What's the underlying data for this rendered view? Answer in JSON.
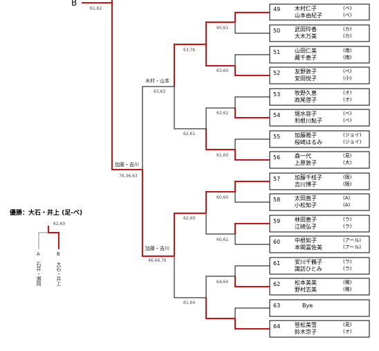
{
  "top_label": "B",
  "top_score": "61,62",
  "champion": "優勝：大石・井上 (足-ベ)",
  "final_score": "62,60",
  "final_left": {
    "label": "A",
    "names": "石井・瀬岡"
  },
  "final_right": {
    "label": "B",
    "names": "大石・井上"
  },
  "semi_left": {
    "name": "加藤・吉川",
    "score": "76,36,63"
  },
  "semi_right": {
    "name": "加藤・吉川",
    "score": "46,64,76"
  },
  "qf_top": {
    "name": "木村・山本",
    "score": "63,63"
  },
  "rounds": {
    "r3": [
      "63,76",
      "62,61",
      "62,60",
      "61,64"
    ],
    "r2": [
      "60,61",
      "63,60",
      "62,62",
      "61,60",
      "60,60",
      "60,61",
      "64,64"
    ]
  },
  "entries": [
    {
      "no": "49",
      "p1": "木村仁子",
      "p2": "山本由紀子",
      "t1": "(ベ)",
      "t2": "(ベ)"
    },
    {
      "no": "50",
      "p1": "武田玲香",
      "p2": "大木万美",
      "t1": "(カ)",
      "t2": "(カ)"
    },
    {
      "no": "51",
      "p1": "山田仁美",
      "p2": "藏千恵子",
      "t1": "(南)",
      "t2": "(南)"
    },
    {
      "no": "52",
      "p1": "友野敦子",
      "p2": "安田悦子",
      "t1": "(ベ)",
      "t2": "(小)"
    },
    {
      "no": "53",
      "p1": "牧野久恵",
      "p2": "政尾啓子",
      "t1": "(オ)",
      "t2": "(オ)"
    },
    {
      "no": "54",
      "p1": "堀水容子",
      "p2": "利根川鮎子",
      "t1": "(ベ)",
      "t2": "(ベ)"
    },
    {
      "no": "55",
      "p1": "加藤雅子",
      "p2": "桜崎はるみ",
      "t1": "(ジョイ)",
      "t2": "(ジョイ)"
    },
    {
      "no": "56",
      "p1": "森一代",
      "p2": "上原敦子",
      "t1": "(見)",
      "t2": "(大)"
    },
    {
      "no": "57",
      "p1": "加藤千枝子",
      "p2": "吉川博子",
      "t1": "(阪)",
      "t2": "(阪)"
    },
    {
      "no": "58",
      "p1": "太田直子",
      "p2": "小松知子",
      "t1": "(A)",
      "t2": "(A)"
    },
    {
      "no": "59",
      "p1": "林田恵子",
      "p2": "江崎弘子",
      "t1": "(ラ)",
      "t2": "(ラ)"
    },
    {
      "no": "60",
      "p1": "中根知子",
      "p2": "本間冨佐美",
      "t1": "(アール)",
      "t2": "(アール)"
    },
    {
      "no": "61",
      "p1": "安川千鶴子",
      "p2": "諏訪ひとみ",
      "t1": "(ラ)",
      "t2": "(ラ)"
    },
    {
      "no": "62",
      "p1": "松本美美",
      "p2": "野村志美",
      "t1": "(微)",
      "t2": "(微)"
    },
    {
      "no": "63",
      "p1": "Bye",
      "p2": "",
      "t1": "",
      "t2": ""
    },
    {
      "no": "64",
      "p1": "笹松美雪",
      "p2": "鈴木京子",
      "t1": "(見)",
      "t2": "(オ)"
    }
  ]
}
